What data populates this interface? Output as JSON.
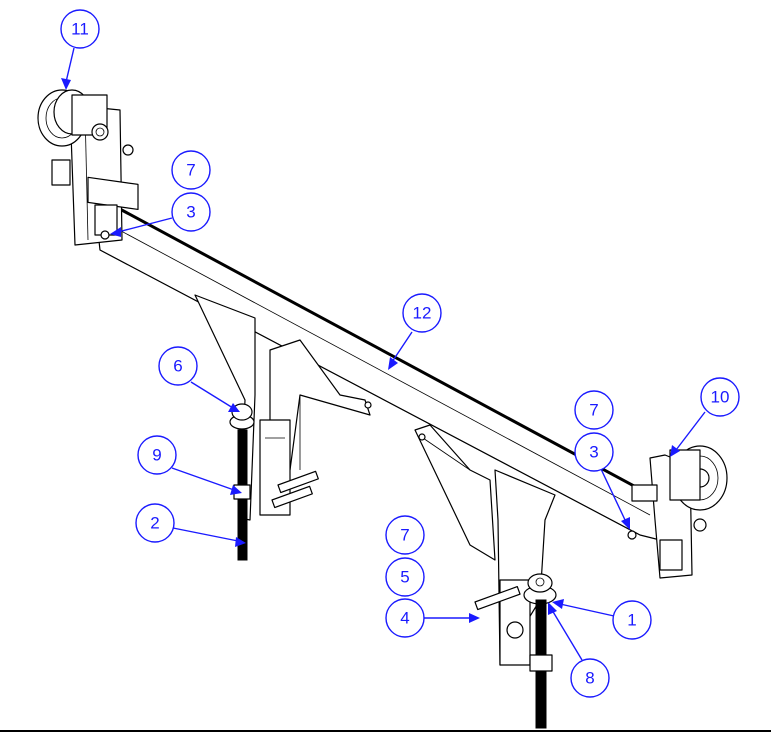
{
  "balloons": [
    {
      "label": "11"
    },
    {
      "label": "7"
    },
    {
      "label": "3"
    },
    {
      "label": "12"
    },
    {
      "label": "6"
    },
    {
      "label": "9"
    },
    {
      "label": "2"
    },
    {
      "label": "7"
    },
    {
      "label": "3"
    },
    {
      "label": "10"
    },
    {
      "label": "7"
    },
    {
      "label": "5"
    },
    {
      "label": "4"
    },
    {
      "label": "1"
    },
    {
      "label": "8"
    }
  ],
  "colors": {
    "balloon": "#1a1aff",
    "line": "#000000"
  }
}
